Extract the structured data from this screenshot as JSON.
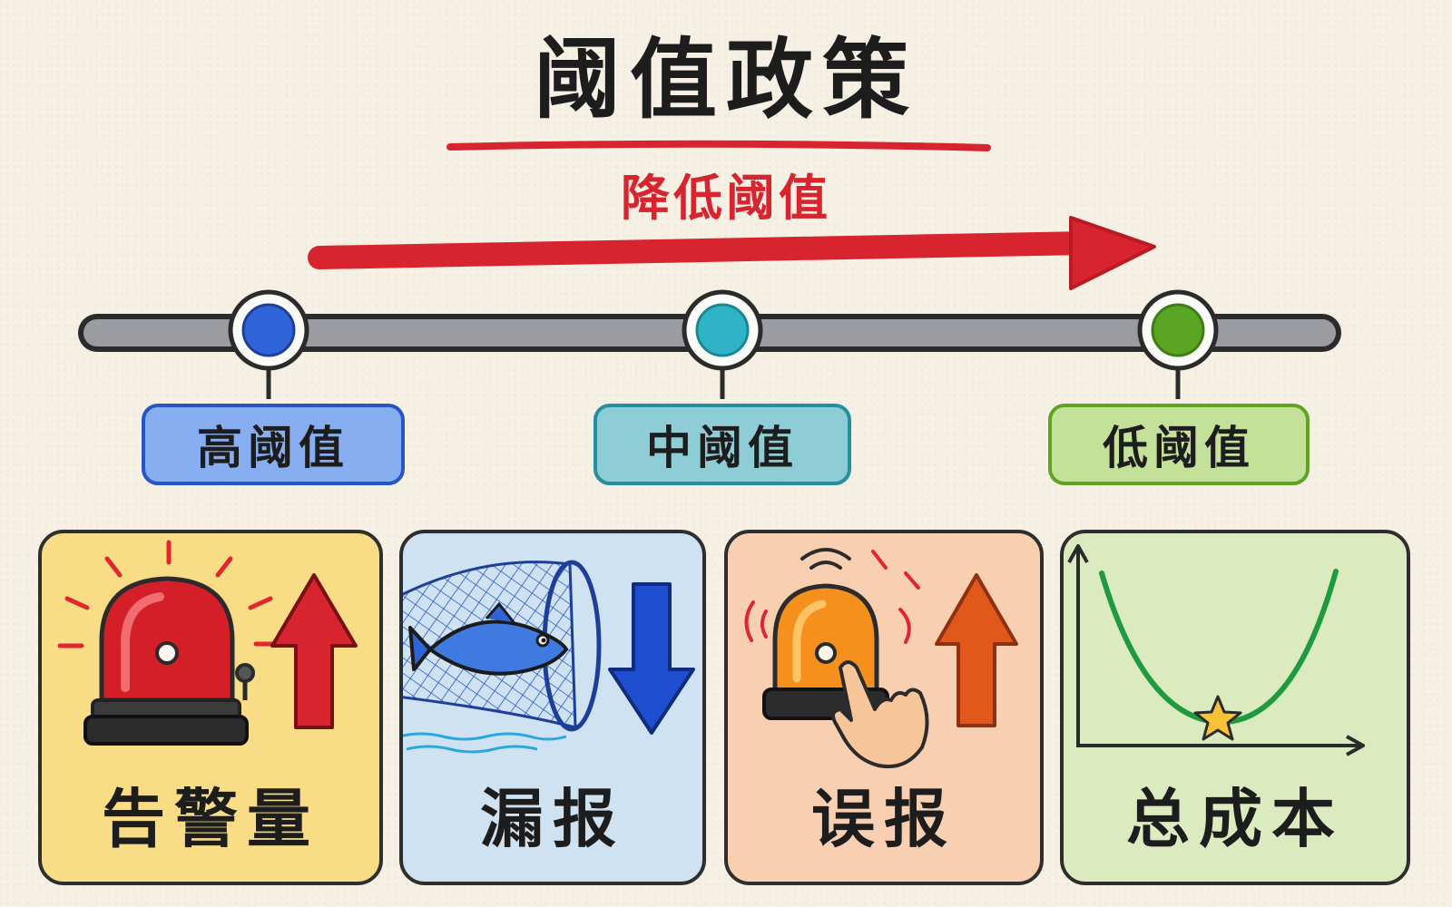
{
  "title": "阈值政策",
  "direction_label": "降低阈值",
  "thresholds": [
    {
      "label": "高阈值",
      "color": "#2f64d8"
    },
    {
      "label": "中阈值",
      "color": "#2fb4c7"
    },
    {
      "label": "低阈值",
      "color": "#5aa524"
    }
  ],
  "panels": [
    {
      "label": "告警量",
      "trend": "up",
      "icon": "siren-icon",
      "accent": "#d8242f"
    },
    {
      "label": "漏报",
      "trend": "down",
      "icon": "fish-net-icon",
      "accent": "#1f4fd0"
    },
    {
      "label": "误报",
      "trend": "up",
      "icon": "alarm-bell-icon",
      "accent": "#e2581b"
    },
    {
      "label": "总成本",
      "trend": "minimum",
      "icon": "u-curve-chart-icon",
      "accent": "#1f9a3f"
    }
  ]
}
